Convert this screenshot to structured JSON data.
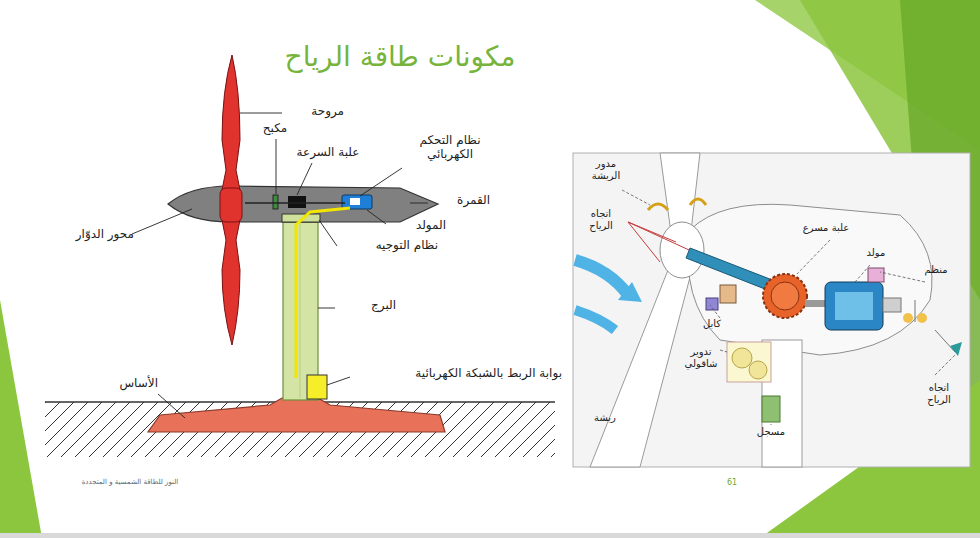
{
  "diagram": {
    "title": "مكونات طاقة الرياح",
    "labels": [
      "مروحة",
      "مكبح",
      "علبة السرعة",
      "نظام التحكم الكهربائي",
      "القمرة",
      "المولد",
      "نظام التوجيه",
      "محور الدوّار",
      "البرج",
      "بوابة الربط بالشبكة الكهربائية",
      "الأساس",
      "مدور الريشة",
      "اتجاه الرياح",
      "علبة مسرع",
      "مولد",
      "منظم",
      "كابل",
      "تدوير شاقولي",
      "ريشة",
      "مسجل",
      "اتجاه الرياح",
      "النور للطاقة الشمسية و المتجددة",
      "61"
    ]
  }
}
